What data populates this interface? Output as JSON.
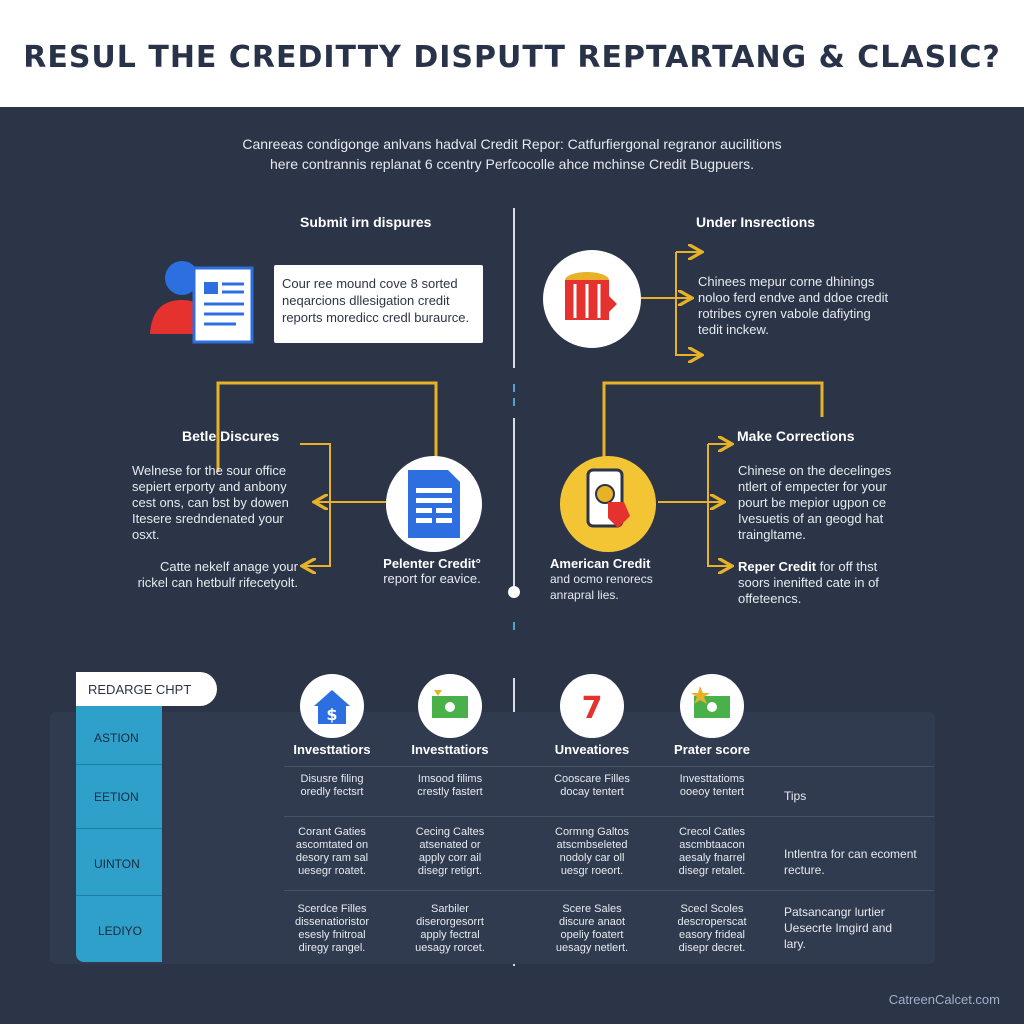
{
  "title": "RESUL THE CREDITTY DISPUTT REPTARTANG & CLASIC?",
  "intro": {
    "line1": "Canreeas condigonge anlvans hadval Credit Repor: Catfurfiergonal regranor aucilitions",
    "line2": "here contrannis replanat 6 ccentry Perfcocolle ahce mchinse Credit Bugpuers."
  },
  "left_top": {
    "heading": "Submit irn dispures",
    "box_line1": "Cour ree mound cove 8 sorted",
    "box_line2": "neqarcions dllesigation credit",
    "box_line3": "reports moredicc credl buraurce."
  },
  "right_top": {
    "heading": "Under Insrections",
    "line1": "Chinees mepur corne dhinings",
    "line2": "noloo ferd endve and ddoe credit",
    "line3": "rotribes cyren vabole dafiyting",
    "line4": "tedit inckew."
  },
  "left_mid": {
    "heading": "Betle Discures",
    "para1_line1": "Welnese  for  the  sour office",
    "para1_line2": "sepiert erporty and anbony",
    "para1_line3": "cest ons, can bst by dowen",
    "para1_line4": "Itesere sredndenated your",
    "para1_line5": "osxt.",
    "para2_line1": "Catte nekelf anage your",
    "para2_line2": "rickel can hetbulf rifecetyolt.",
    "node_title": "Pelenter Credit°",
    "node_sub": "report for eavice."
  },
  "right_mid": {
    "heading": "Make Corrections",
    "para1_line1": "Chinese  on  the  decelinges",
    "para1_line2": "ntlert  of  empecter for your",
    "para1_line3": "pourt be mepior ugpon  ce",
    "para1_line4": "Ivesuetis of an geogd hat",
    "para1_line5": "traingltame.",
    "para2_heading": "Reper Credit",
    "para2_line1_rest": " for off thst",
    "para2_line2": "soors inenifted cate in of",
    "para2_line3": "offeteencs.",
    "node_title": "American Credit",
    "node_sub1": "and ocmo renorecs",
    "node_sub2": "anrapral lies."
  },
  "table": {
    "tab_label": "REDARGE CHPT",
    "row_labels": [
      "ASTION",
      "EETION",
      "UINTON",
      "LEDIYO"
    ],
    "columns": [
      {
        "header": "Investtatiors",
        "icon": "house-dollar-icon",
        "cells": [
          [
            "Disusre filing",
            "oredly fectsrt"
          ],
          [
            "Corant Gaties",
            "ascomtated on",
            "desory ram sal",
            "uesegr roatet."
          ],
          [
            "Scerdce Filles",
            "dissenatioristor",
            "esesly fnitroal",
            "diregy rangel."
          ]
        ]
      },
      {
        "header": "Investtatiors",
        "icon": "cash-icon",
        "cells": [
          [
            "Imsood filims",
            "crestly fastert"
          ],
          [
            "Cecing Caltes",
            "atsenated or",
            "apply corr ail",
            "disegr retigrt."
          ],
          [
            "Sarbiler",
            "diserorgesorrt",
            "apply fectral",
            "uesagy rorcet."
          ]
        ]
      },
      {
        "header": "Unveatiores",
        "icon": "seven-icon",
        "cells": [
          [
            "Cooscare Filles",
            "docay tentert"
          ],
          [
            "Cormng Galtos",
            "atscmbseleted",
            "nodoly car oll",
            "uesgr roeort."
          ],
          [
            "Scere Sales",
            "discure anaot",
            "opeliy foatert",
            "uesagy netlert."
          ]
        ]
      },
      {
        "header": "Prater score",
        "icon": "cash-star-icon",
        "cells": [
          [
            "Investtatioms",
            "ooeoy tentert"
          ],
          [
            "Crecol Catles",
            "ascmbtaacon",
            "aesaly fnarrel",
            "disegr retalet."
          ],
          [
            "Scecl Scoles",
            "descroperscat",
            "easory frideal",
            "disepr decret."
          ]
        ]
      }
    ],
    "tips_label": "Tips",
    "tip1_line1": "Intlentra for can ecoment",
    "tip1_line2": "recture.",
    "tip2_line1": "Patsancangr lurtier",
    "tip2_line2": "Uesecrte Imgird and",
    "tip2_line3": "lary."
  },
  "footer": "CatreenCalcet.com",
  "colors": {
    "background": "#2c3547",
    "connector": "#e8b228",
    "accent_blue": "#2ea0c9",
    "icon_red": "#e5322f"
  }
}
